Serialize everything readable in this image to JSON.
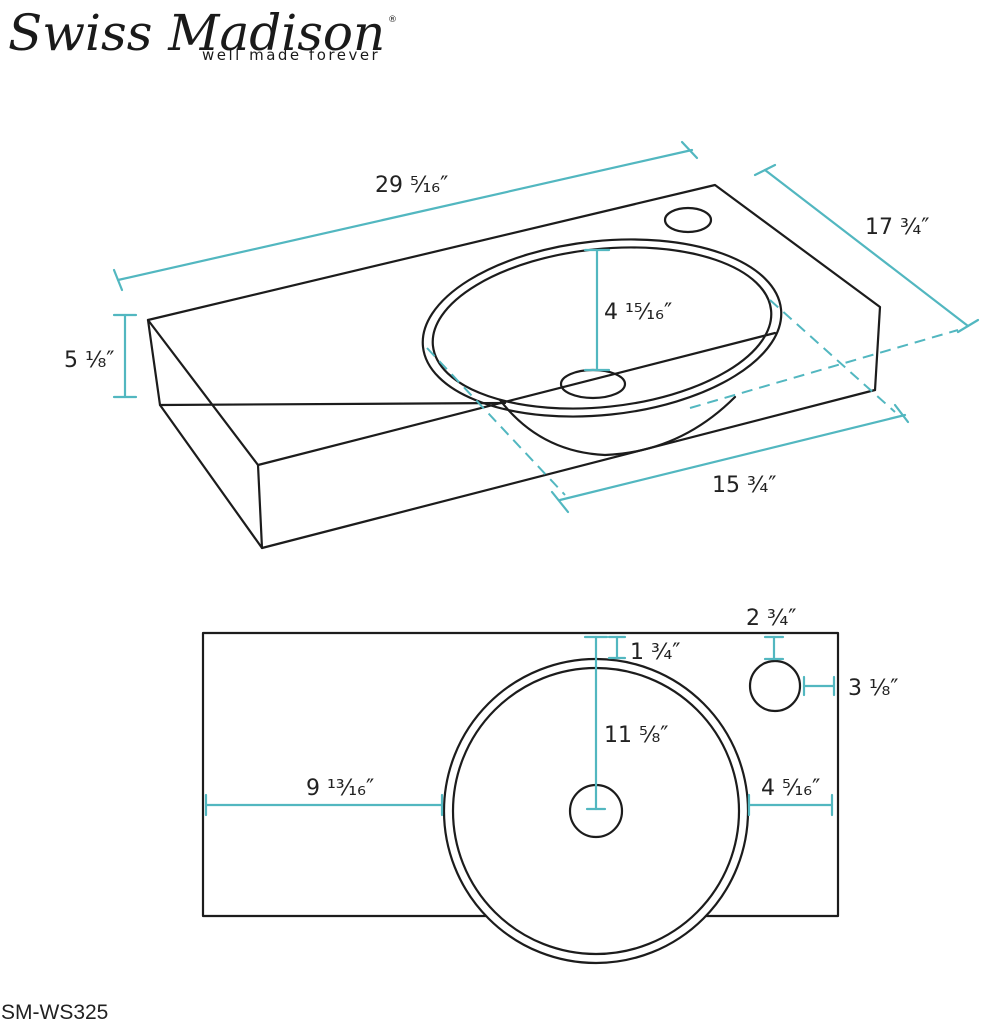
{
  "brand": {
    "name": "Swiss Madison",
    "registered": "®",
    "tagline": "well made forever"
  },
  "model": "SM-WS325",
  "dimensions": {
    "length": "29 ⁵⁄₁₆″",
    "depth": "17 ³⁄₄″",
    "height": "5 ¹⁄₈″",
    "bowl_depth": "4 ¹⁵⁄₁₆″",
    "bowl_width": "15 ³⁄₄″",
    "back_to_bowl": "1 ³⁄₄″",
    "back_to_faucet_hole": "2 ³⁄₄″",
    "side_to_faucet_hole": "3 ¹⁄₈″",
    "front_to_drain": "11 ⁵⁄₈″",
    "left_to_bowl": "9 ¹³⁄₁₆″",
    "right_to_bowl": "4 ⁵⁄₁₆″"
  },
  "colors": {
    "dimension_line": "#52b7c0",
    "outline": "#1c1c1c"
  }
}
